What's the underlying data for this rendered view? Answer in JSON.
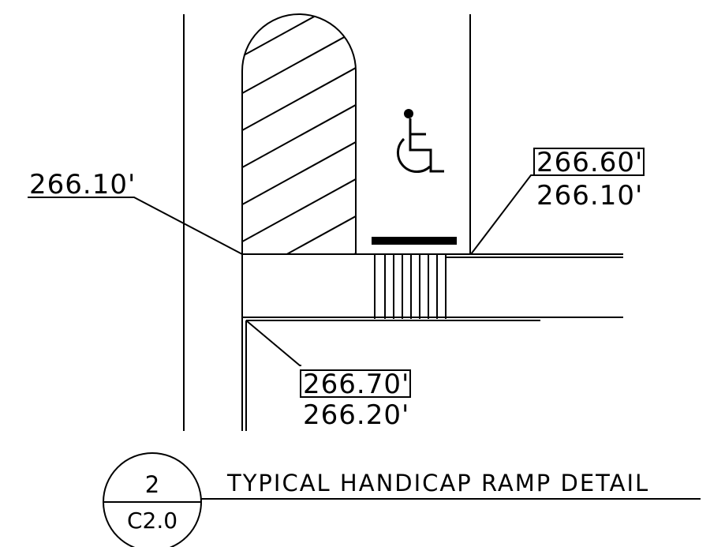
{
  "elevations": {
    "left": "266.10'",
    "right_top": "266.60'",
    "right_bottom": "266.10'",
    "lower_top": "266.70'",
    "lower_bottom": "266.20'"
  },
  "detail": {
    "number": "2",
    "sheet": "C2.0",
    "title": "TYPICAL HANDICAP RAMP DETAIL"
  },
  "icons": {
    "accessibility": "wheelchair-icon"
  }
}
